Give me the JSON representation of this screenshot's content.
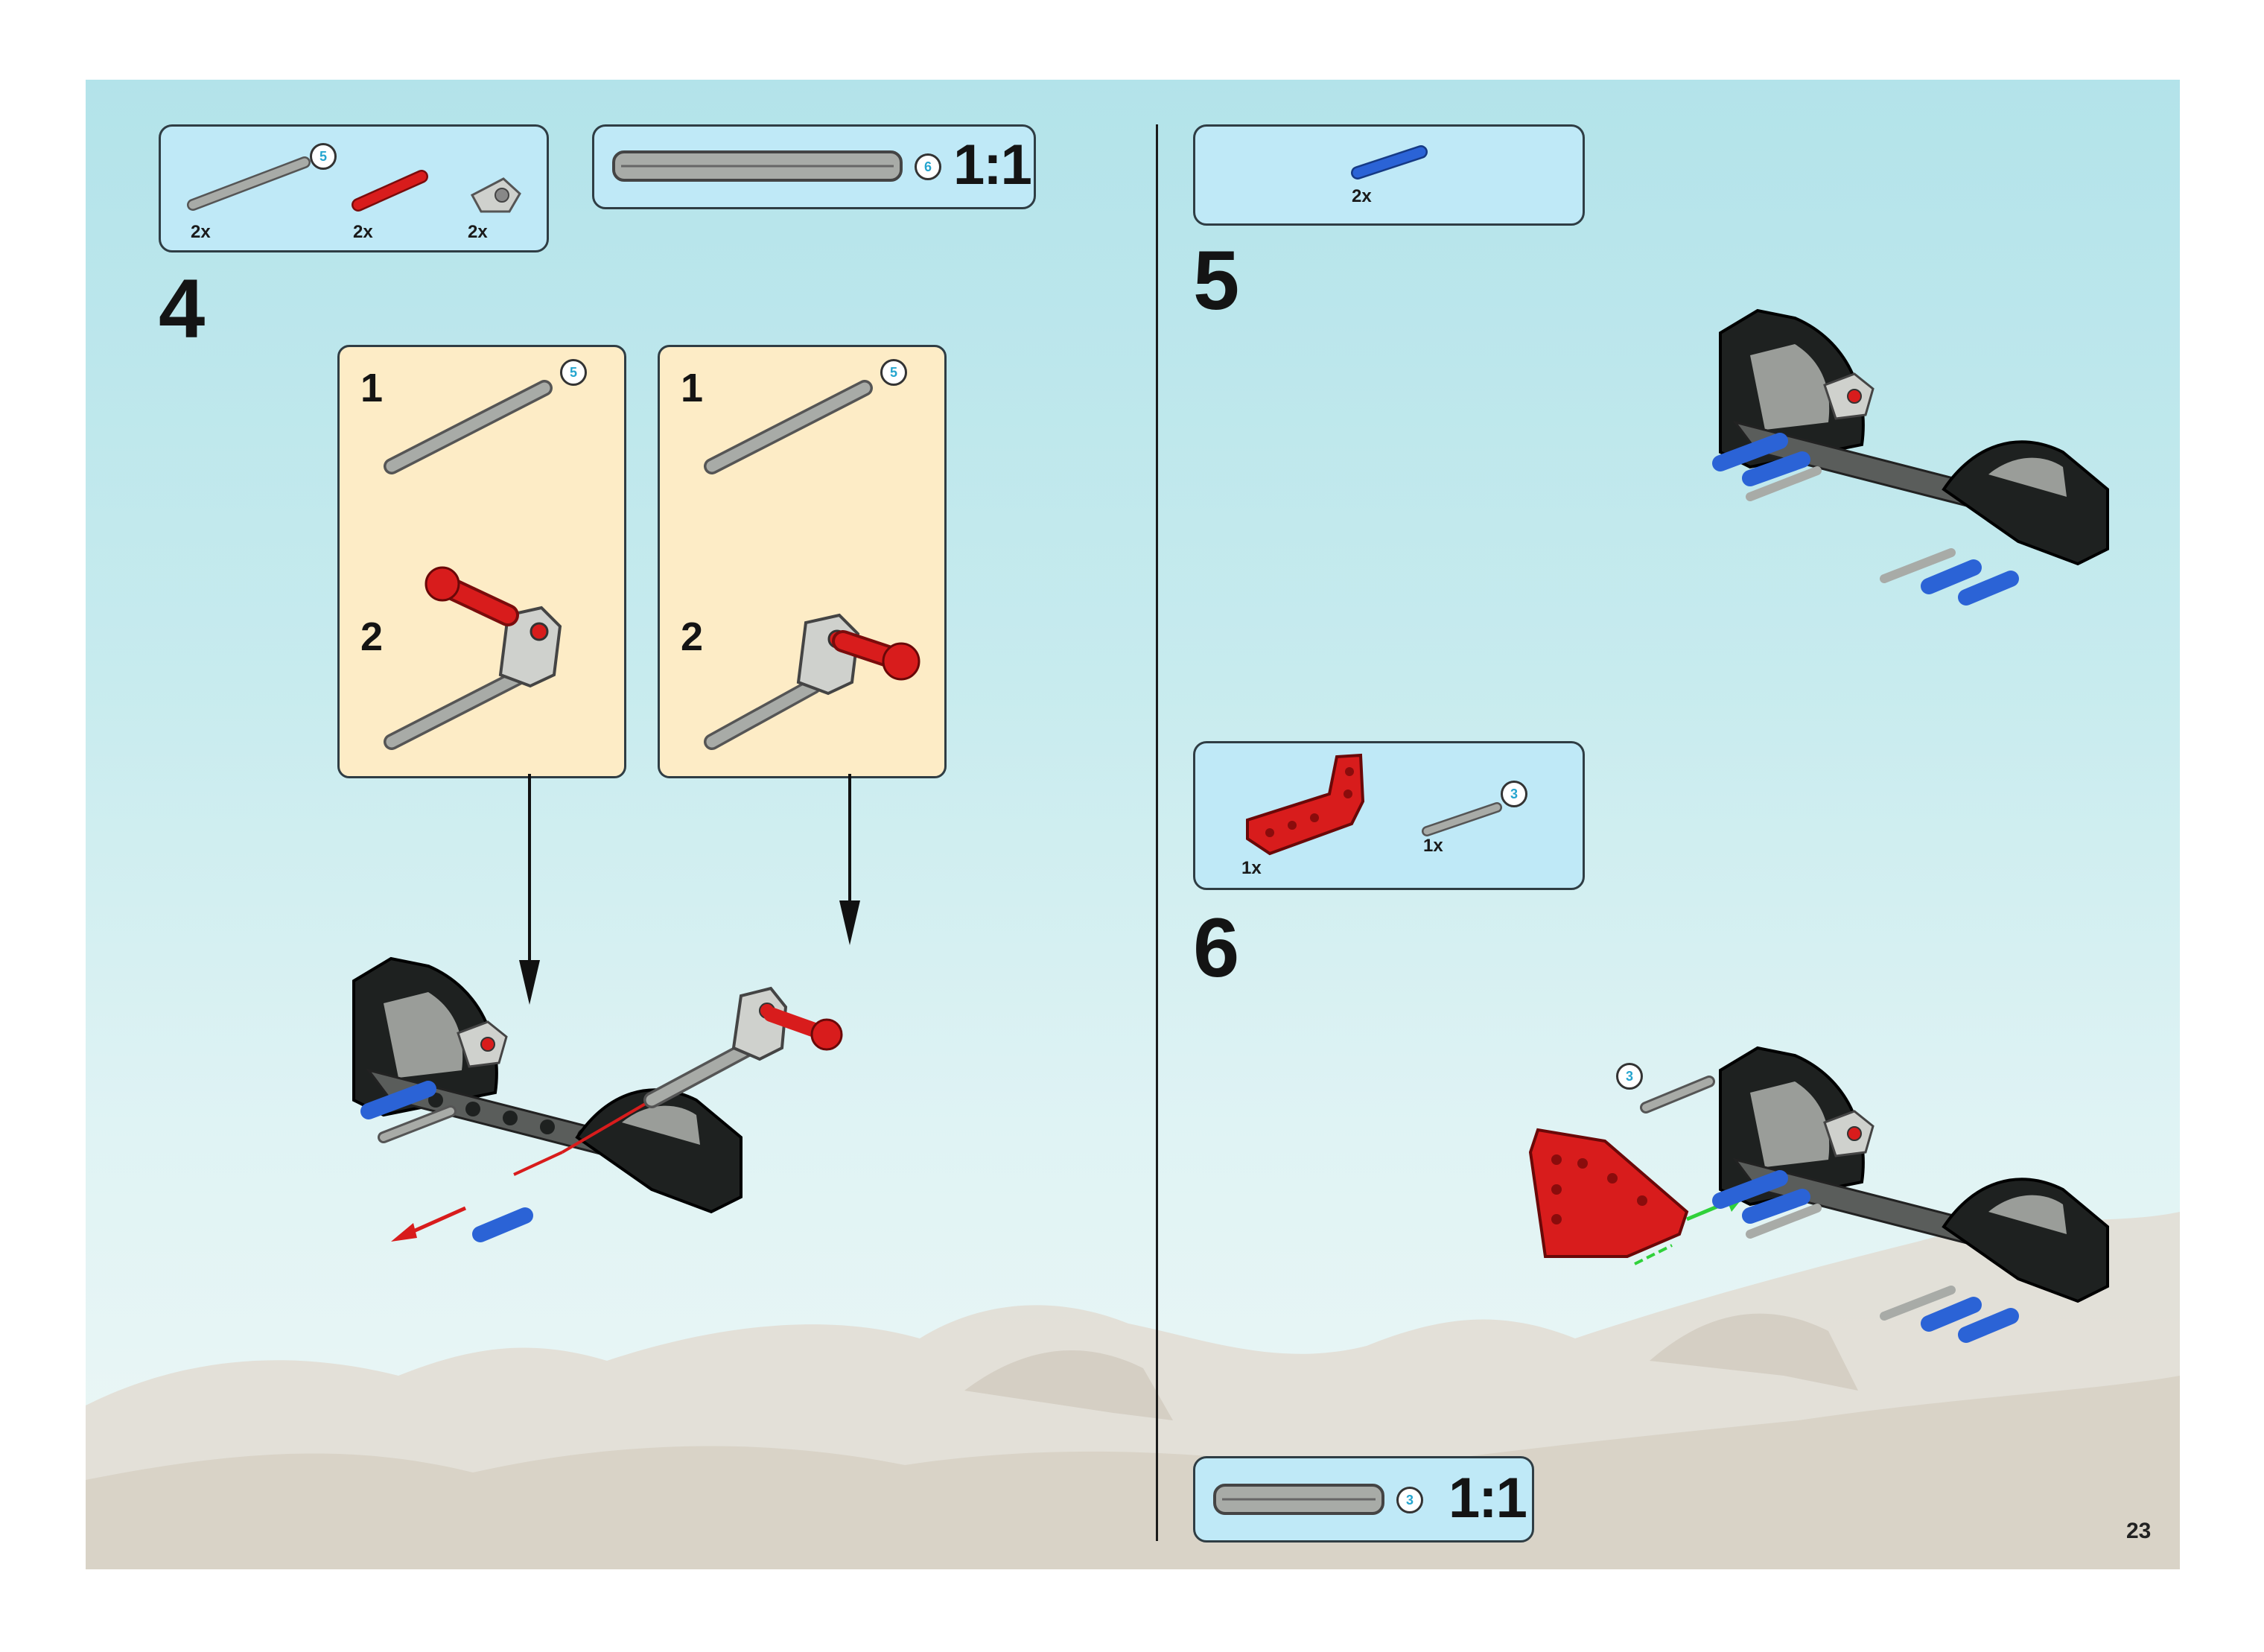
{
  "page_number": "23",
  "step4": {
    "number": "4",
    "parts": [
      {
        "name": "axle",
        "qty": "2x",
        "length": "5"
      },
      {
        "name": "red-pin",
        "qty": "2x"
      },
      {
        "name": "pin-connector",
        "qty": "2x"
      }
    ],
    "scale": {
      "label": "1:1",
      "length": "6"
    },
    "sub_a": {
      "step1": "1",
      "step2": "2",
      "length": "5"
    },
    "sub_b": {
      "step1": "1",
      "step2": "2",
      "length": "5"
    }
  },
  "step5": {
    "number": "5",
    "parts": [
      {
        "name": "blue-pin",
        "qty": "2x"
      }
    ]
  },
  "step6": {
    "number": "6",
    "parts": [
      {
        "name": "red-l-beam",
        "qty": "1x"
      },
      {
        "name": "axle",
        "qty": "1x",
        "length": "3"
      }
    ],
    "callout_length": "3",
    "scale": {
      "label": "1:1",
      "length": "3"
    }
  },
  "colors": {
    "callout_blue": "#bfe9f7",
    "callout_tan": "#fdecc6",
    "axle_gray": "#9a9d99",
    "beam_black": "#1e2120",
    "pin_red": "#d81c1c",
    "pin_blue": "#2b63d6",
    "arrow_green": "#2fd13a"
  }
}
